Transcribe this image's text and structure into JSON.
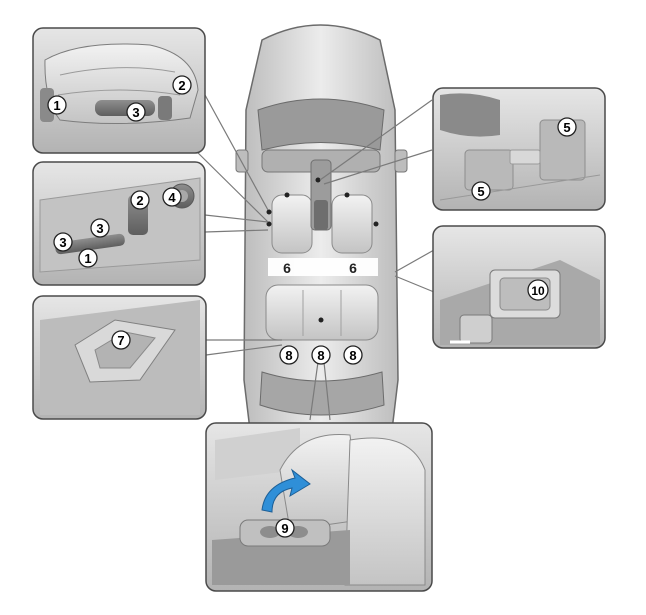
{
  "callouts": {
    "c1": "1",
    "c2": "2",
    "c3": "3",
    "c4": "4",
    "c5": "5",
    "c6": "6",
    "c7": "7",
    "c8": "8",
    "c9": "9",
    "c10": "10"
  },
  "colors": {
    "panel_fill": "#c9c9c9",
    "panel_border": "#4a4a4a",
    "car_body": "#d9d9d9",
    "car_outline": "#6b6b6b",
    "leader": "#7a7a7a",
    "badge_fill": "#ffffff",
    "badge_stroke": "#222222",
    "arrow_blue": "#2f8fd8"
  },
  "icons": [
    "car-top-view-icon",
    "seat-side-view-icon",
    "seat-switch-panel-icon",
    "seat-heater-buttons-icon",
    "mirror-switch-icon",
    "window-lock-icon",
    "rear-seat-interior-icon",
    "seatback-fold-arrow-icon"
  ]
}
